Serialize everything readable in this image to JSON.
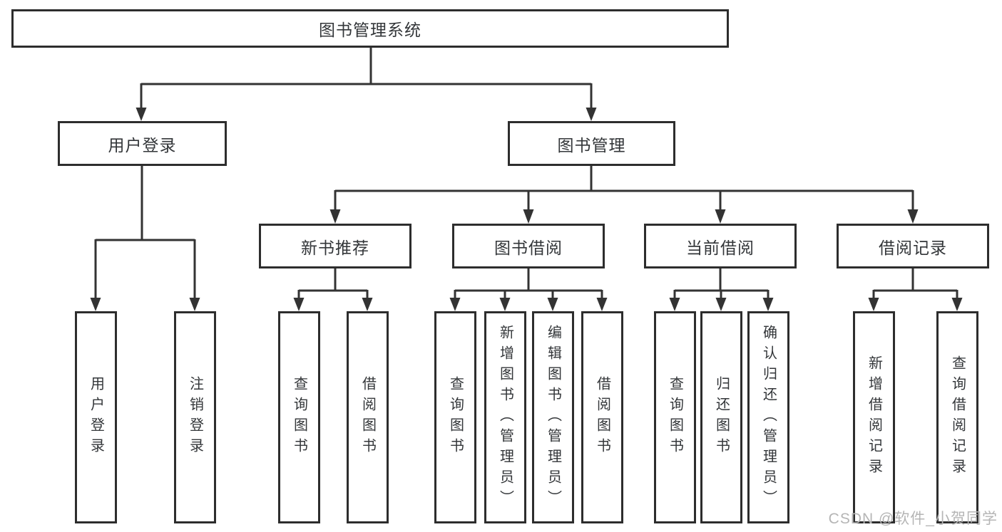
{
  "tree": {
    "root": "图书管理系统",
    "user_login": {
      "label": "用户登录",
      "leaves": [
        "用户登录",
        "注销登录"
      ]
    },
    "book_mgmt": {
      "label": "图书管理",
      "groups": [
        {
          "label": "新书推荐",
          "leaves": [
            "查询图书",
            "借阅图书"
          ]
        },
        {
          "label": "图书借阅",
          "leaves": [
            "查询图书",
            "新增图书（管理员）",
            "编辑图书（管理员）",
            "借阅图书"
          ]
        },
        {
          "label": "当前借阅",
          "leaves": [
            "查询图书",
            "归还图书",
            "确认归还（管理员）"
          ]
        },
        {
          "label": "借阅记录",
          "leaves": [
            "新增借阅记录",
            "查询借阅记录"
          ]
        }
      ]
    }
  },
  "watermark": "CSDN @软件_小贺同学",
  "colors": {
    "line": "#333333",
    "border": "#2d2d2d",
    "text": "#333639",
    "watermark": "#b5b5b5",
    "background": "#ffffff"
  }
}
